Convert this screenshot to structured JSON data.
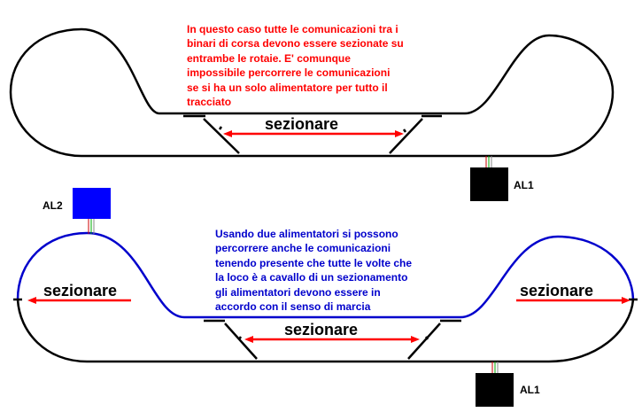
{
  "notes": {
    "top": "In questo caso tutte le comunicazioni tra i\nbinari di corsa devono essere sezionate su\nentrambe le rotaie. E' comunque\nimpossibile percorrere le comunicazioni\nse si ha un solo alimentatore per tutto il\ntracciato",
    "bottom": "Usando due alimentatori si possono\npercorrere anche le comunicazioni\ntenendo presente che tutte le volte che\nla loco è a cavallo di un sezionamento\ngli alimentatori devono essere in\naccordo con il senso di marcia"
  },
  "labels": {
    "sezionare_top": "sezionare",
    "sezionare_bottom_center": "sezionare",
    "sezionare_bottom_left": "sezionare",
    "sezionare_bottom_right": "sezionare",
    "al1_top": "AL1",
    "al1_bottom": "AL1",
    "al2": "AL2"
  },
  "colors": {
    "track_black": "#000000",
    "track_blue": "#0000cc",
    "arrow_red": "#ff0000",
    "al2_fill": "#0000ff",
    "al1_fill": "#000000",
    "note_top": "#ff0000",
    "note_bottom": "#0000cc"
  }
}
